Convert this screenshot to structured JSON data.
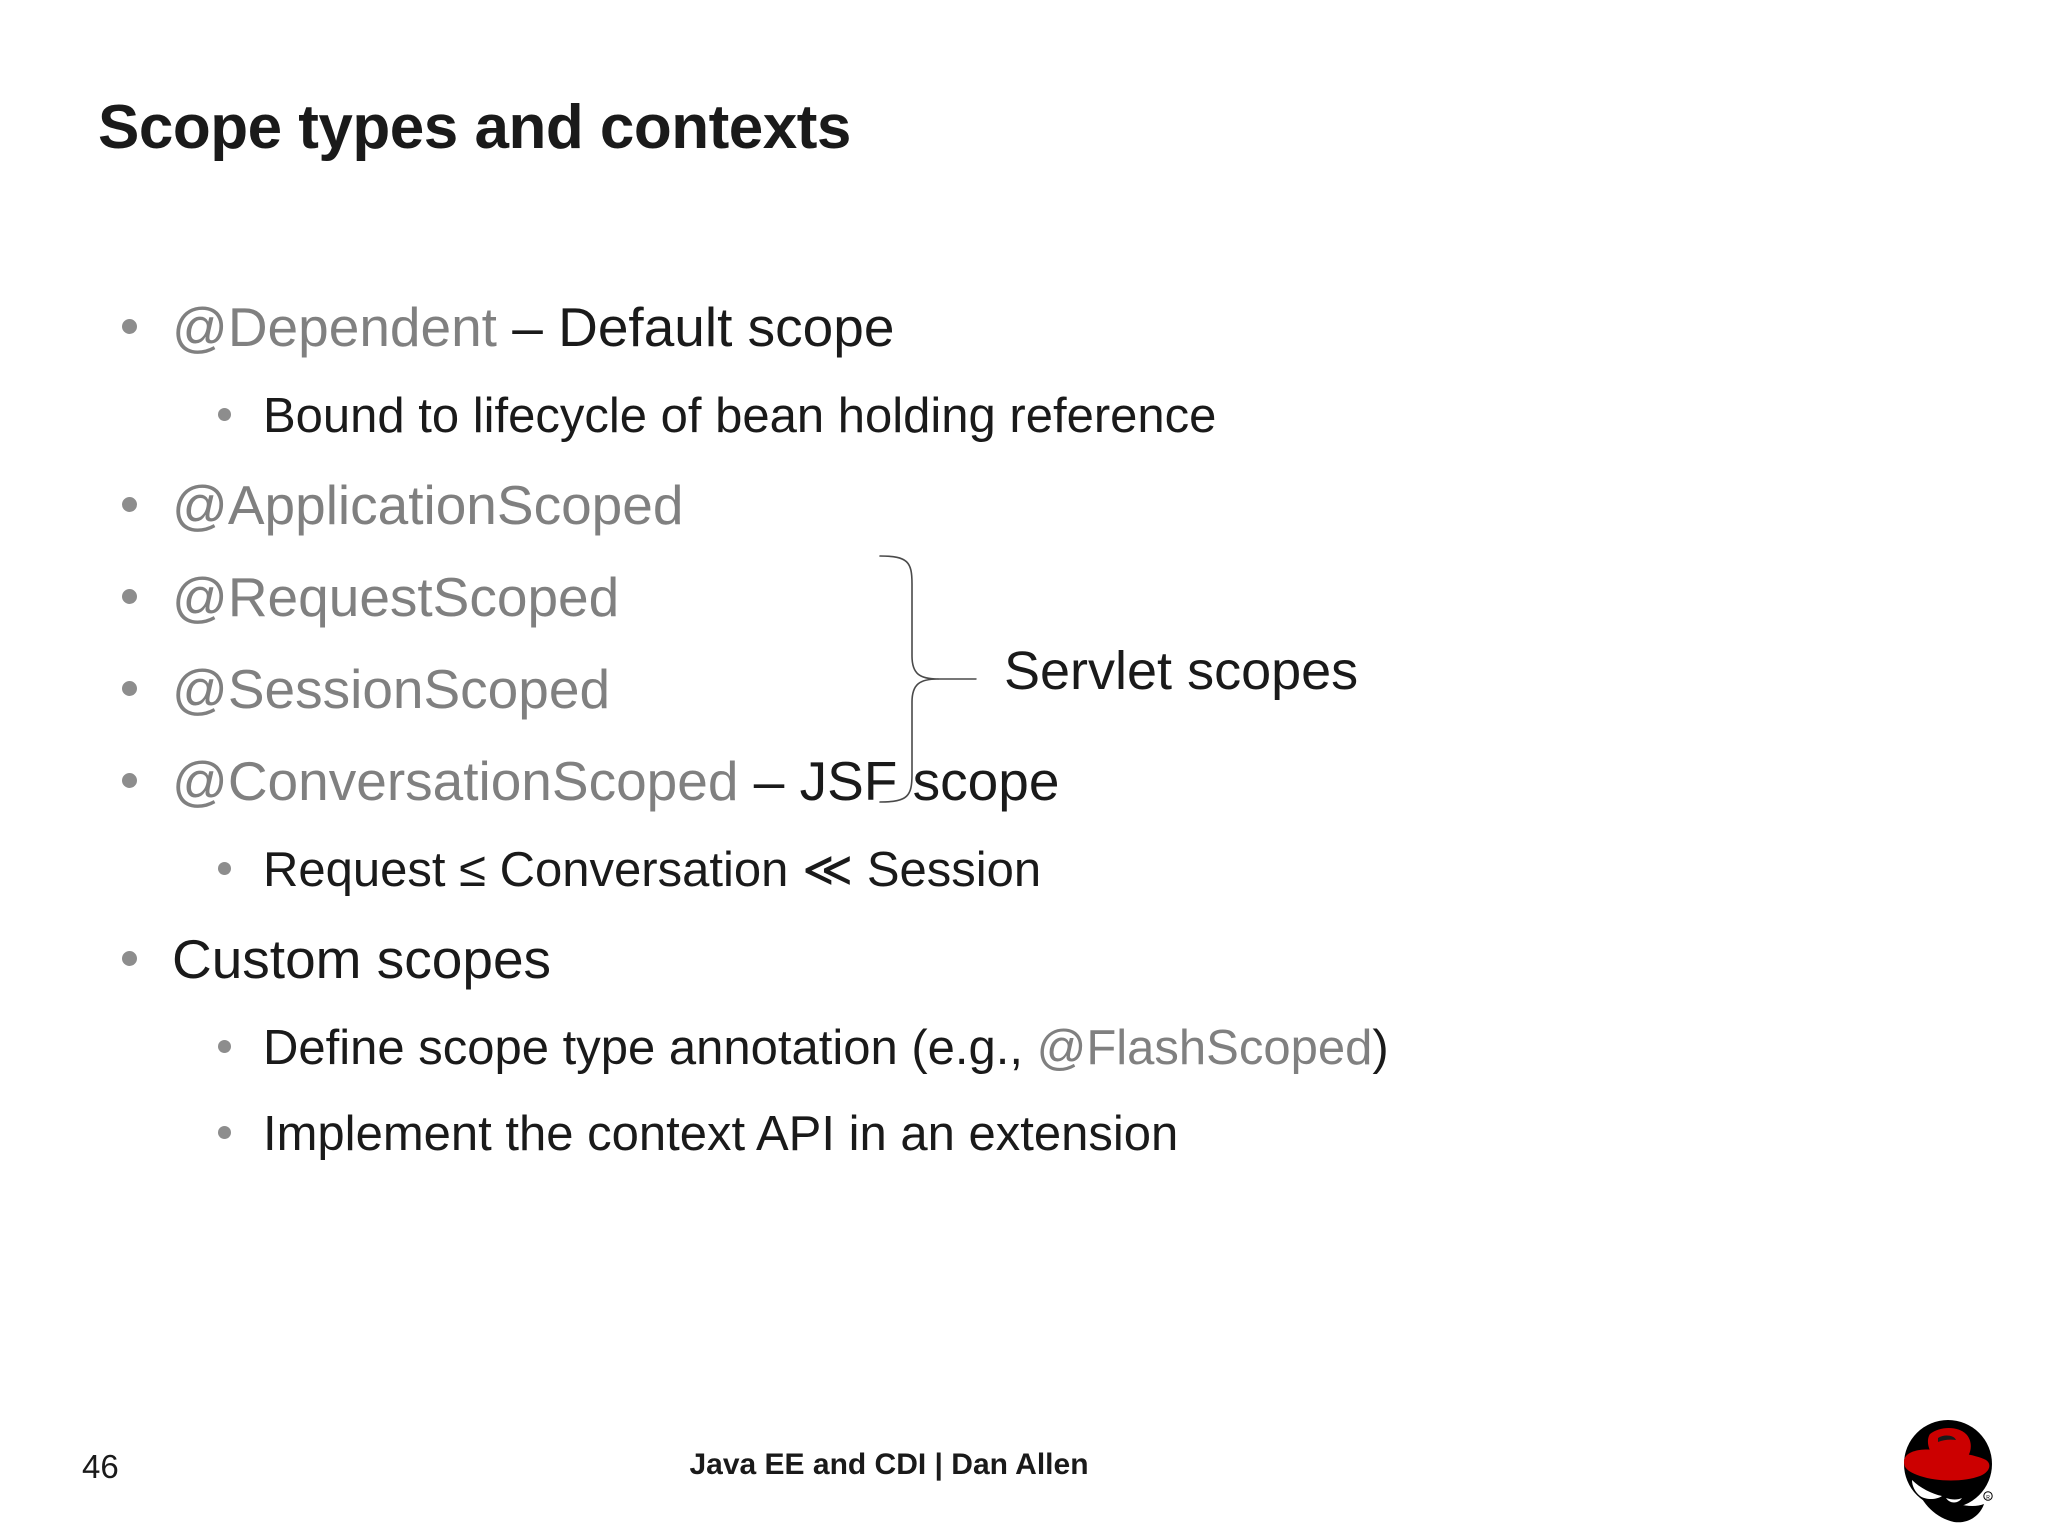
{
  "slide": {
    "title": "Scope types and contexts",
    "background_color": "#ffffff",
    "annotation_color": "#808080",
    "text_color": "#1a1a1a",
    "bullet_color": "#8d8d8d"
  },
  "bullets": [
    {
      "level": 1,
      "annotation": "@Dependent",
      "text": " – Default scope"
    },
    {
      "level": 2,
      "annotation": "",
      "text": "Bound to lifecycle of bean holding reference"
    },
    {
      "level": 1,
      "annotation": "@ApplicationScoped",
      "text": ""
    },
    {
      "level": 1,
      "annotation": "@RequestScoped",
      "text": ""
    },
    {
      "level": 1,
      "annotation": "@SessionScoped",
      "text": ""
    },
    {
      "level": 1,
      "annotation": "@ConversationScoped",
      "text": " – JSF scope"
    },
    {
      "level": 2,
      "annotation": "",
      "text": "Request ≤ Conversation ≪ Session"
    },
    {
      "level": 1,
      "annotation": "",
      "text": "Custom scopes"
    },
    {
      "level": 2,
      "annotation": "",
      "text": "Define scope type annotation (e.g., ",
      "annotation_mid": "@FlashScoped",
      "text_after": ")"
    },
    {
      "level": 2,
      "annotation": "",
      "text": "Implement the context API in an extension"
    }
  ],
  "callout": {
    "label": "Servlet scopes",
    "brace_color": "#4a4a4a"
  },
  "footer": {
    "page_number": "46",
    "text": "Java EE and CDI | Dan Allen",
    "logo_name": "red-hat-shadowman-logo",
    "logo_colors": {
      "black": "#000000",
      "red": "#cc0000"
    }
  }
}
